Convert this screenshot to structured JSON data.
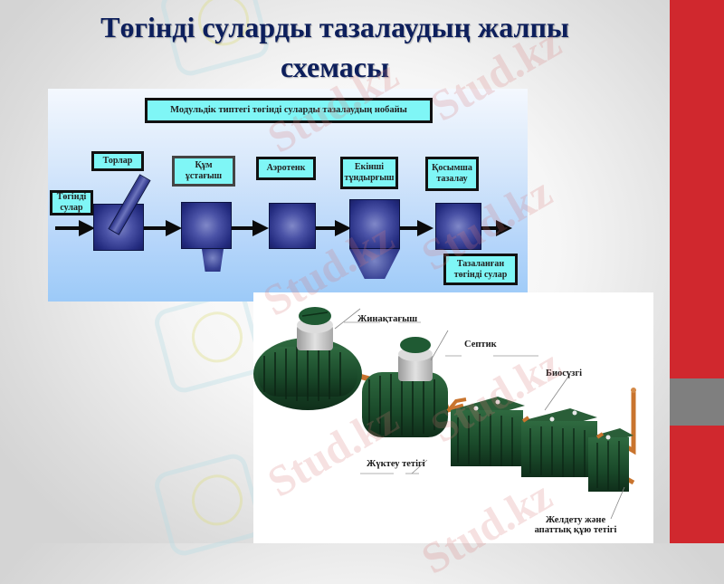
{
  "slide": {
    "title_line1": "Төгінді суларды тазалаудың жалпы",
    "title_line2": "схемасы"
  },
  "flow_diagram": {
    "header": "Модульдік типтегі төгінді суларды тазалаудың нобайы",
    "input_label": [
      "Төгінді",
      "сулар"
    ],
    "stages": [
      {
        "label": [
          "Торлар"
        ]
      },
      {
        "label": [
          "Құм",
          "ұстағыш"
        ]
      },
      {
        "label": [
          "Аэротенк"
        ]
      },
      {
        "label": [
          "Екінші",
          "тұндырғыш"
        ]
      },
      {
        "label": [
          "Қосымша",
          "тазалау"
        ]
      }
    ],
    "output_label": [
      "Тазаланған",
      "төгінді сулар"
    ]
  },
  "system_image": {
    "callouts": {
      "accumulator": "Жинақтағыш",
      "septic": "Септик",
      "biofilter": "Биосүзгі",
      "loading": "Жүктеу тетігі",
      "ventilation_1": "Желдету және",
      "ventilation_2": "апаттық құю тетігі"
    }
  },
  "watermark_text": "Stud.kz",
  "colors": {
    "title": "#0d1f5c",
    "accent_red": "#d0282e",
    "accent_grey": "#7f7f7f",
    "label_fill": "#7ff6f6",
    "tank_dark": "#242c80",
    "tank_green": "#1f4a2e",
    "pipe_orange": "#c9742e"
  }
}
